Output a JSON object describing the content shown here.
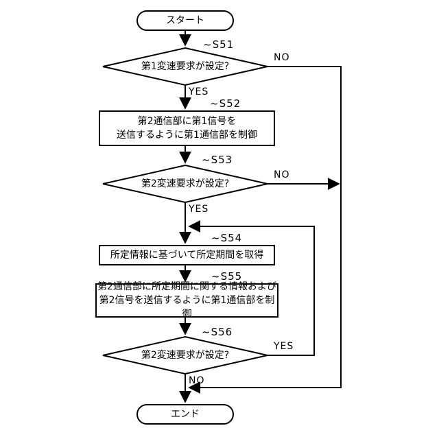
{
  "diagram": {
    "type": "flowchart",
    "colors": {
      "stroke": "#000000",
      "background": "#ffffff"
    },
    "start": {
      "label": "スタート"
    },
    "end": {
      "label": "エンド"
    },
    "nodes": {
      "s51": {
        "tag": "~S51",
        "type": "decision",
        "text": "第1変速要求が設定?",
        "yes": "YES",
        "no": "NO"
      },
      "s52": {
        "tag": "~S52",
        "type": "process",
        "text": "第2通信部に第1信号を\n送信するように第1通信部を制御"
      },
      "s53": {
        "tag": "~S53",
        "type": "decision",
        "text": "第2変速要求が設定?",
        "yes": "YES",
        "no": "NO"
      },
      "s54": {
        "tag": "~S54",
        "type": "process",
        "text": "所定情報に基づいて所定期間を取得"
      },
      "s55": {
        "tag": "~S55",
        "type": "process",
        "text": "第2通信部に所定期間に関する情報および\n第2信号を送信するように第1通信部を制御"
      },
      "s56": {
        "tag": "~S56",
        "type": "decision",
        "text": "第2変速要求が設定?",
        "yes": "YES",
        "no": "NO"
      }
    }
  }
}
